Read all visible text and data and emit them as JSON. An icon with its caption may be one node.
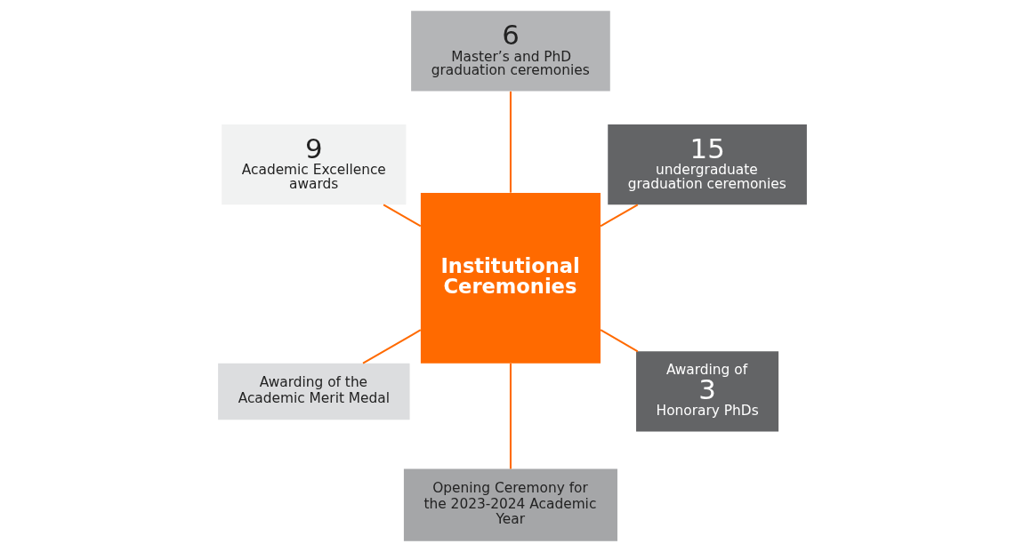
{
  "diagram": {
    "nodes": [
      {
        "text": [
          "Institutional Ceremonies"
        ]
      },
      {
        "text": [
          "15",
          "undergraduate graduation ceremonies"
        ]
      },
      {
        "text": [
          "6",
          "Master’s and PhD graduation ceremonies"
        ]
      },
      {
        "text": [
          "9",
          "Academic Excellence awards"
        ]
      },
      {
        "text": [
          "Awarding of the Academic Merit Medal"
        ]
      },
      {
        "text": [
          "Opening Ceremony for the 2023-2024 Academic Year"
        ]
      },
      {
        "text": [
          "Awarding of",
          "3",
          "Honorary PhDs"
        ]
      }
    ],
    "edges": [
      {
        "from": 0,
        "to": 4,
        "arrow": "none"
      },
      {
        "from": 0,
        "to": 5,
        "arrow": "none"
      },
      {
        "from": 0,
        "to": 6,
        "arrow": "none"
      },
      {
        "from": 0,
        "to": 3,
        "arrow": "none"
      },
      {
        "from": 0,
        "to": 2,
        "arrow": "none"
      },
      {
        "from": 0,
        "to": 1,
        "arrow": "none"
      }
    ]
  }
}
